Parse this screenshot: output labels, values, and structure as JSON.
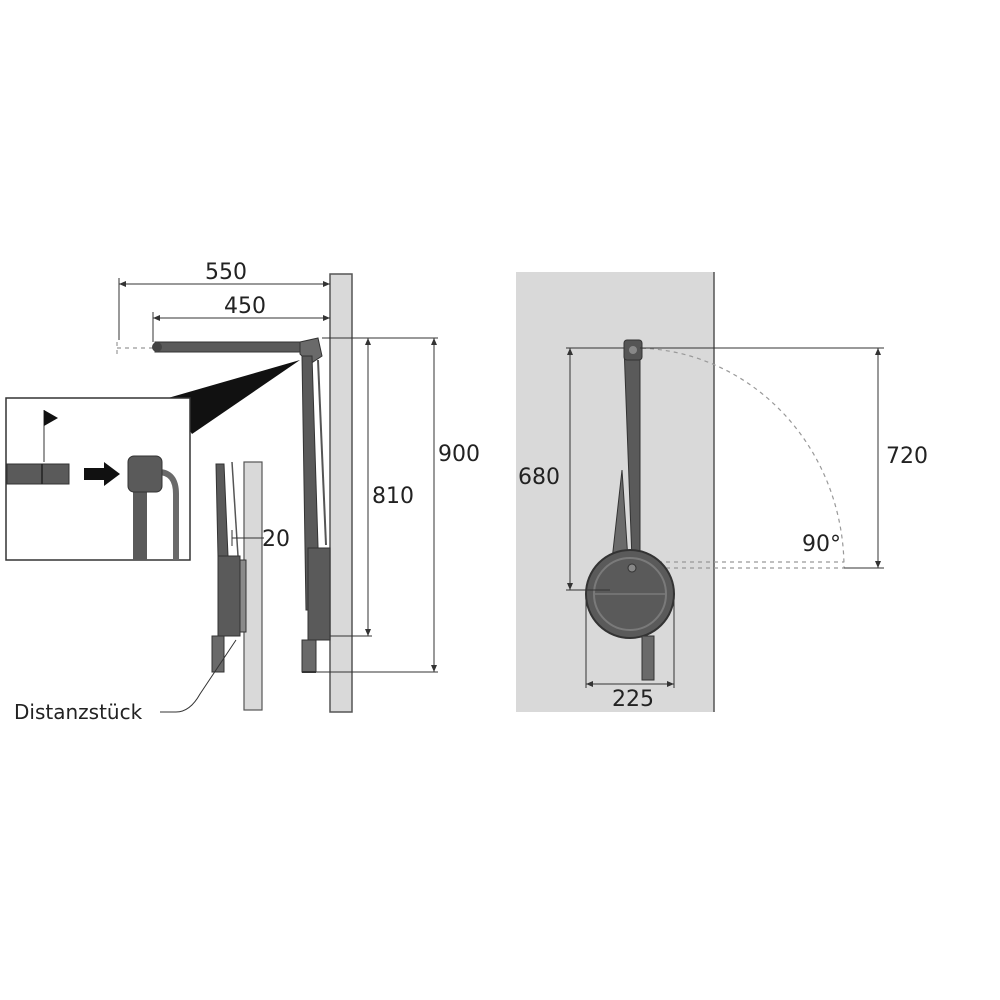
{
  "dimensions": {
    "reach_extended": "550",
    "reach_retracted": "450",
    "total_height": "900",
    "lift_height": "810",
    "spacer_gap": "20",
    "arm_length": "680",
    "swing_height": "720",
    "swing_angle": "90°",
    "base_width": "225"
  },
  "labels": {
    "spacer": "Distanzstück"
  },
  "colors": {
    "panel": "#d9d9d9",
    "mechanism": "#505050",
    "mechanism_light": "#7a7a7a",
    "line": "#333333"
  }
}
